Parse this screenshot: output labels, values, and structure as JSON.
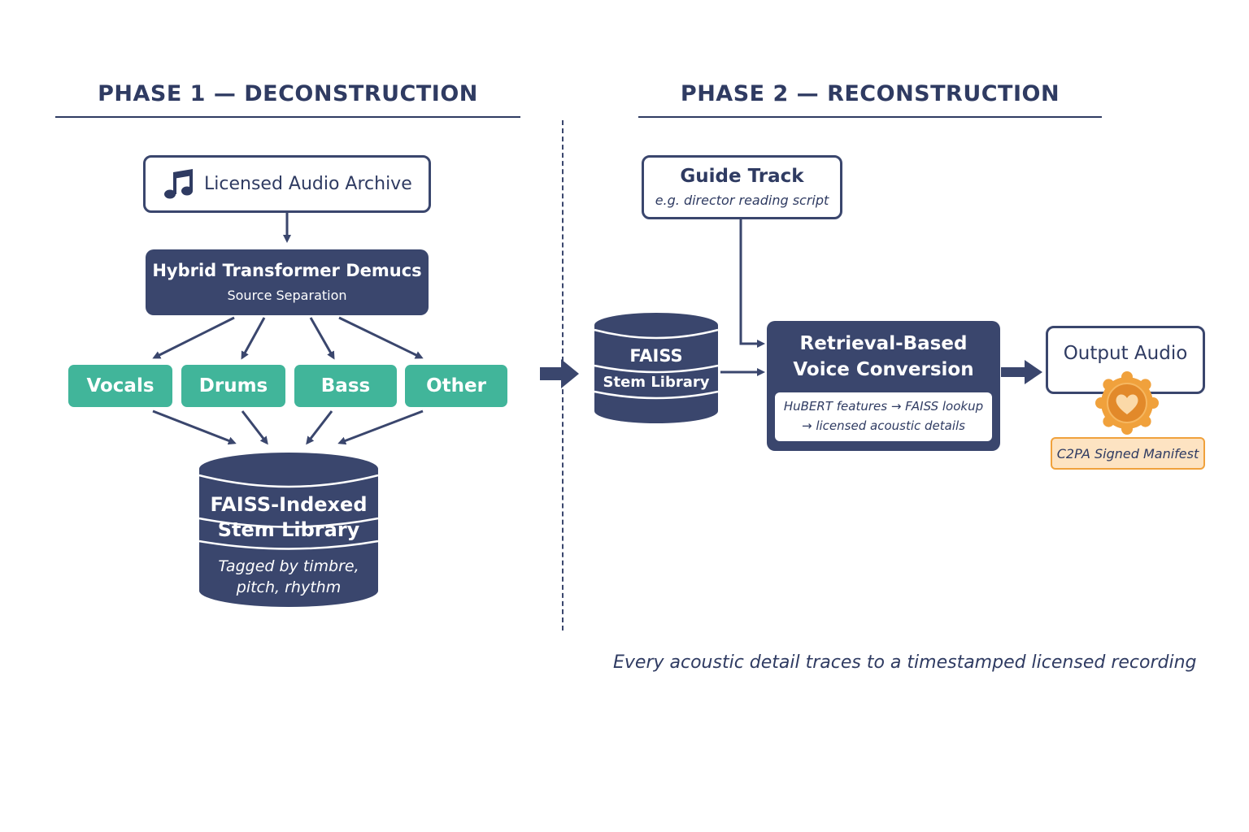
{
  "phase1": {
    "title": "PHASE 1 — DECONSTRUCTION",
    "archive": {
      "label": "Licensed Audio Archive",
      "icon": "music-note-icon"
    },
    "demucs": {
      "title": "Hybrid Transformer Demucs",
      "subtitle": "Source Separation"
    },
    "stems": [
      "Vocals",
      "Drums",
      "Bass",
      "Other"
    ],
    "library": {
      "title_line1": "FAISS-Indexed",
      "title_line2": "Stem Library",
      "tag_line1": "Tagged by timbre,",
      "tag_line2": "pitch, rhythm"
    }
  },
  "phase2": {
    "title": "PHASE 2 — RECONSTRUCTION",
    "guide": {
      "title": "Guide Track",
      "subtitle": "e.g. director reading script"
    },
    "faiss": {
      "title": "FAISS",
      "subtitle": "Stem Library"
    },
    "rvc": {
      "title_line1": "Retrieval-Based",
      "title_line2": "Voice Conversion",
      "detail_line1": "HuBERT features → FAISS lookup",
      "detail_line2": "→ licensed acoustic details"
    },
    "output": {
      "label": "Output Audio",
      "badge_icon": "signed-seal-icon",
      "badge_label": "C2PA Signed Manifest"
    },
    "footer": "Every acoustic detail traces to a timestamped licensed recording"
  },
  "colors": {
    "navy": "#3a466d",
    "teal": "#41b59a",
    "orange": "#f0a13c",
    "badge_bg": "#fde3c2"
  }
}
